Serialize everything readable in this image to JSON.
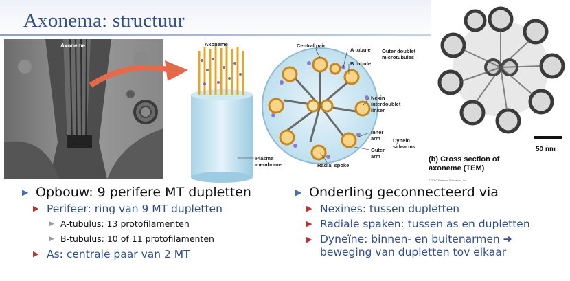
{
  "title": "Axonema: structuur",
  "figure": {
    "em_label": "Axoneme",
    "diagram_labels": {
      "axoneme": "Axoneme",
      "central_pair": "Central pair",
      "a_tubule": "A tubule",
      "b_tubule": "B tubule",
      "outer_doublet": "Outer doublet microtubules",
      "nexin": "Nexin interdoublet linker",
      "inner_arm": "Inner arm",
      "outer_arm": "Outer arm",
      "dynein": "Dynein sidearms",
      "radial_spoke": "Radial spoke",
      "plasma_membrane": "Plasma membrane"
    },
    "scale_bar": "50 nm",
    "caption": "(b) Cross section of axoneme (TEM)",
    "copyright": "© 2002 Pearson Education, Inc"
  },
  "left_column": {
    "main": "Opbouw: 9 perifere MT dupletten",
    "items": [
      {
        "text": "Perifeer: ring van 9 MT dupletten",
        "sub": [
          "A-tubulus: 13 protofilamenten",
          "B-tubulus: 10 of 11 protofilamenten"
        ]
      },
      {
        "text": "As: centrale paar van 2 MT"
      }
    ]
  },
  "right_column": {
    "main": "Onderling geconnecteerd via",
    "items": [
      "Nexines: tussen dupletten",
      "Radiale spaken: tussen as en dupletten",
      "Dyneïne: binnen- en buitenarmen",
      "beweging van dupletten tov elkaar"
    ]
  },
  "colors": {
    "title": "#2f4f8a",
    "bullet_l1": "#4a6aa8",
    "bullet_l2": "#b5322f",
    "bullet_l3": "#9a9a9a",
    "text_l2": "#2f4f8a"
  },
  "icons": {
    "l1": "triangle-right",
    "l2": "triangle-right",
    "l3": "triangle-right",
    "arrow": "bold-right-arrow"
  }
}
